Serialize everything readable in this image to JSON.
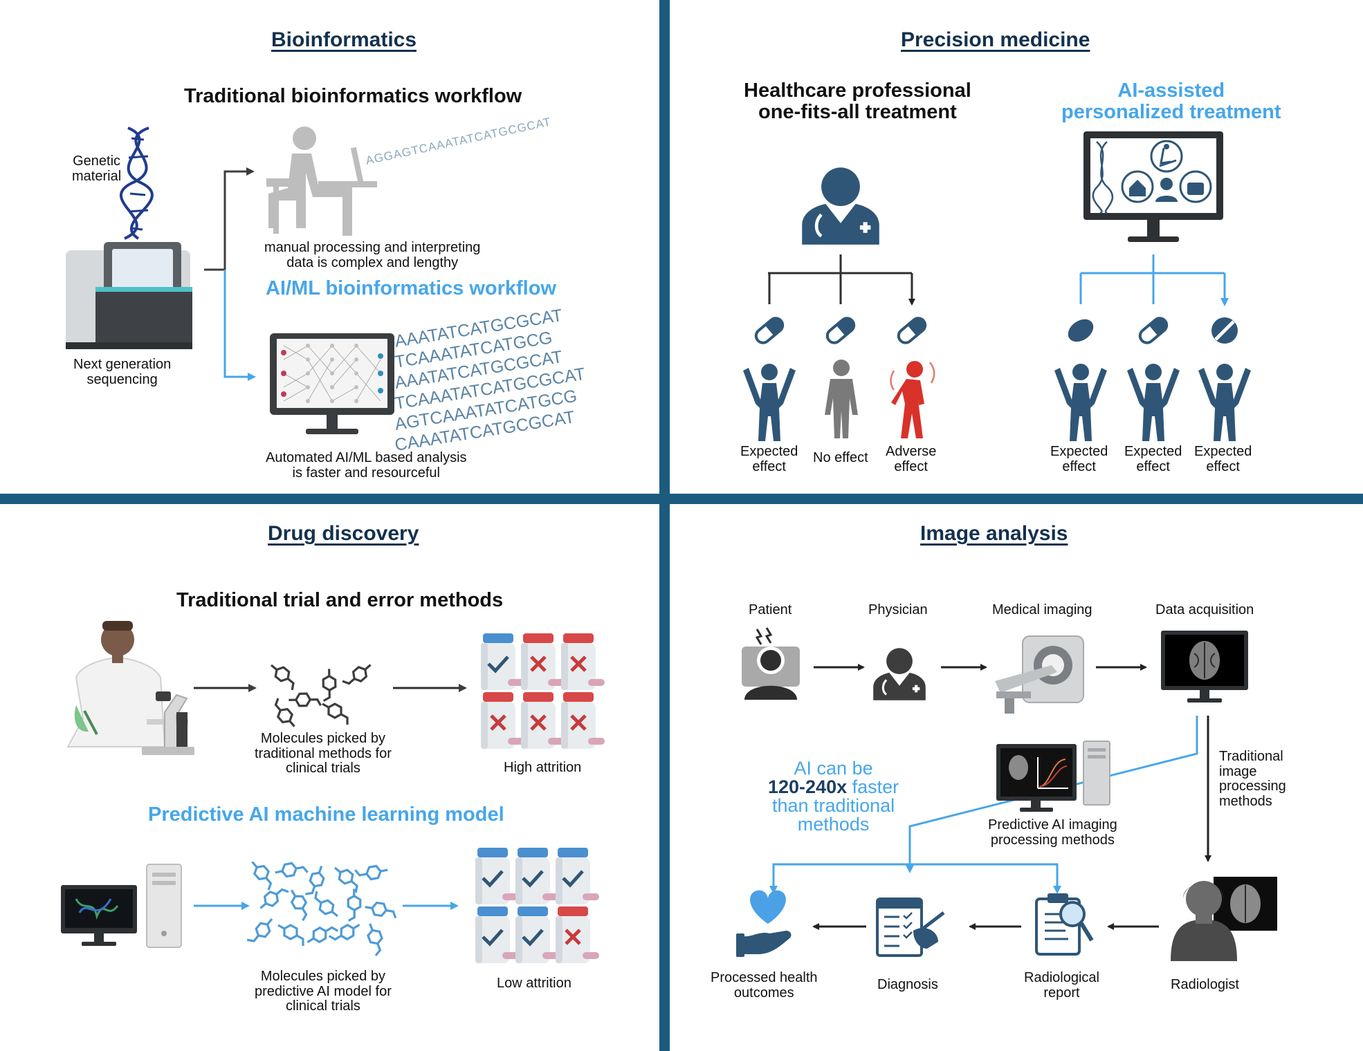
{
  "sections": {
    "bioinformatics": {
      "title": "Bioinformatics",
      "traditional_heading": "Traditional bioinformatics workflow",
      "genetic_material": "Genetic\nmaterial",
      "ngs": "Next generation\nsequencing",
      "manual_text": "manual processing and interpreting\ndata is complex and lengthy",
      "aiml_heading": "AI/ML bioinformatics workflow",
      "automated_text": "Automated AI/ML based analysis\nis faster and resourceful",
      "dna_seq_top": "AGGAGTCAAATATCATGCGCAT",
      "dna_seq_rows": [
        "AAATATCATGCGCAT",
        "TCAAATATCATGCG",
        "AAATATCATGCGCAT",
        "TCAAATATCATGCGCAT",
        "AGTCAAATATCATGCG",
        "CAAATATCATGCGCAT"
      ]
    },
    "precision": {
      "title": "Precision medicine",
      "left_heading": "Healthcare professional\none-fits-all treatment",
      "right_heading": "AI-assisted\npersonalized treatment",
      "left_outcomes": [
        "Expected\neffect",
        "No effect",
        "Adverse\neffect"
      ],
      "right_outcomes": [
        "Expected\neffect",
        "Expected\neffect",
        "Expected\neffect"
      ]
    },
    "drug": {
      "title": "Drug discovery",
      "traditional_heading": "Traditional trial and error methods",
      "traditional_molecules": "Molecules picked by\ntraditional methods for\nclinical trials",
      "high_attrition": "High attrition",
      "ai_heading": "Predictive AI machine learning model",
      "ai_molecules": "Molecules picked by\npredictive AI model for\nclinical trials",
      "low_attrition": "Low attrition"
    },
    "image": {
      "title": "Image analysis",
      "patient": "Patient",
      "physician": "Physician",
      "medical_imaging": "Medical imaging",
      "data_acquisition": "Data acquisition",
      "traditional_methods": "Traditional\nimage\nprocessing\nmethods",
      "predictive_methods": "Predictive AI imaging\nprocessing methods",
      "ai_claim_1": "AI can be",
      "ai_claim_bold": "120-240x",
      "ai_claim_2": " faster",
      "ai_claim_3": "than traditional\nmethods",
      "processed": "Processed health\noutcomes",
      "diagnosis": "Diagnosis",
      "report": "Radiological\nreport",
      "radiologist": "Radiologist"
    }
  },
  "colors": {
    "divider": "#1b5b7e",
    "navy": "#14314f",
    "figure": "#2f5677",
    "ai_blue": "#46a6ea",
    "adverse_red": "#d8322a",
    "grey": "#777777"
  }
}
